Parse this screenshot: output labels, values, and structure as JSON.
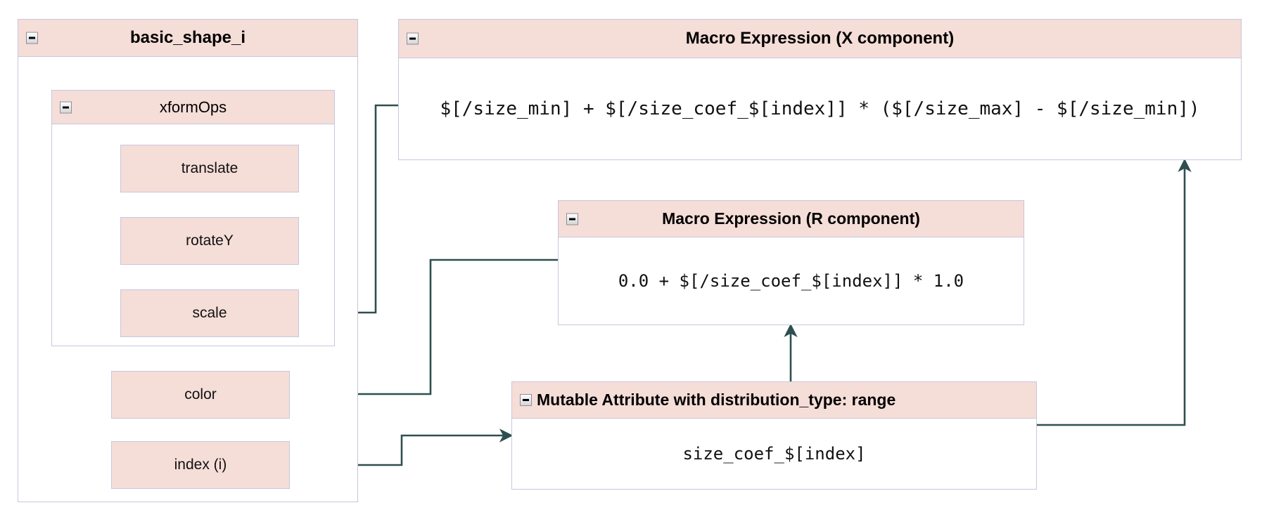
{
  "theme": {
    "header_fill": "#f5ddd8",
    "node_fill": "#f5ddd8",
    "border": "#c9c6de",
    "edge_color": "#2f4f4f",
    "body_fill": "#ffffff",
    "text": "#111111"
  },
  "diagram": {
    "root": {
      "title": "basic_shape_i",
      "collapse_icon": "collapse-minus-icon"
    },
    "group": {
      "title": "xformOps",
      "collapse_icon": "collapse-minus-icon",
      "items": [
        {
          "label": "translate"
        },
        {
          "label": "rotateY"
        },
        {
          "label": "scale"
        }
      ]
    },
    "root_items": [
      {
        "label": "color"
      },
      {
        "label": "index (i)"
      }
    ],
    "panels": [
      {
        "id": "macro-x",
        "title": "Macro Expression (X component)",
        "expression": "$[/size_min] + $[/size_coef_$[index]] * ($[/size_max] - $[/size_min])",
        "collapse_icon": "collapse-minus-icon"
      },
      {
        "id": "macro-r",
        "title": "Macro Expression (R component)",
        "expression": "0.0 + $[/size_coef_$[index]] * 1.0",
        "collapse_icon": "collapse-minus-icon"
      },
      {
        "id": "mutable-attr",
        "title": "Mutable Attribute with distribution_type: range",
        "expression": "size_coef_$[index]",
        "collapse_icon": "collapse-minus-icon"
      }
    ],
    "edges": [
      {
        "from": "macro-x",
        "to": "scale",
        "arrow": "left"
      },
      {
        "from": "macro-r",
        "to": "color",
        "arrow": "left"
      },
      {
        "from": "index (i)",
        "to": "mutable-attr",
        "arrow": "right"
      },
      {
        "from": "mutable-attr",
        "to": "macro-r",
        "arrow": "up"
      },
      {
        "from": "mutable-attr",
        "to": "macro-x",
        "arrow": "up"
      }
    ]
  }
}
